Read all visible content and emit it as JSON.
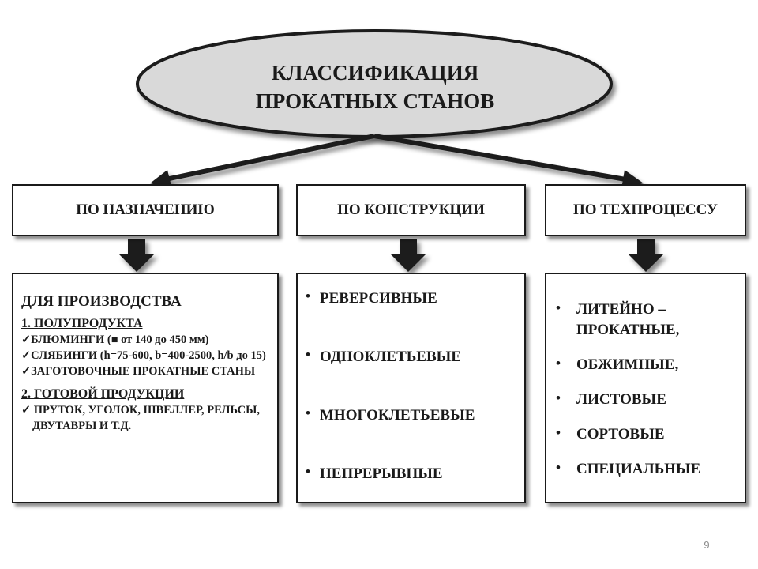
{
  "title": {
    "line1": "КЛАССИФИКАЦИЯ",
    "line2": "ПРОКАТНЫХ СТАНОВ"
  },
  "categories": [
    "ПО НАЗНАЧЕНИЮ",
    "ПО КОНСТРУКЦИИ",
    "ПО ТЕХПРОЦЕССУ"
  ],
  "purpose": {
    "heading": "ДЛЯ ПРОИЗВОДСТВА ",
    "group1_title": "1.  ПОЛУПРОДУКТА ",
    "group1_items": [
      "✓БЛЮМИНГИ (■ от 140 до 450 мм)",
      "✓СЛЯБИНГИ (h=75-600, b=400-2500, h/b до 15)",
      "✓ЗАГОТОВОЧНЫЕ ПРОКАТНЫЕ СТАНЫ"
    ],
    "group2_title": "2. ГОТОВОЙ ПРОДУКЦИИ",
    "group2_items": [
      "✓ ПРУТОК, УГОЛОК, ШВЕЛЛЕР, РЕЛЬСЫ, ДВУТАВРЫ И Т.Д."
    ]
  },
  "construction_items": [
    "РЕВЕРСИВНЫЕ",
    "ОДНОКЛЕТЬЕВЫЕ",
    "МНОГОКЛЕТЬЕВЫЕ",
    "НЕПРЕРЫВНЫЕ"
  ],
  "process_items": [
    "ЛИТЕЙНО – ПРОКАТНЫЕ,",
    "ОБЖИМНЫЕ,",
    "ЛИСТОВЫЕ",
    "СОРТОВЫЕ",
    "СПЕЦИАЛЬНЫЕ"
  ],
  "bullet_symbol": "•",
  "page_number": "9",
  "colors": {
    "ellipse_fill": "#d9d9d9",
    "outline": "#1a1a1a",
    "shadow": "#7f7f7f"
  }
}
